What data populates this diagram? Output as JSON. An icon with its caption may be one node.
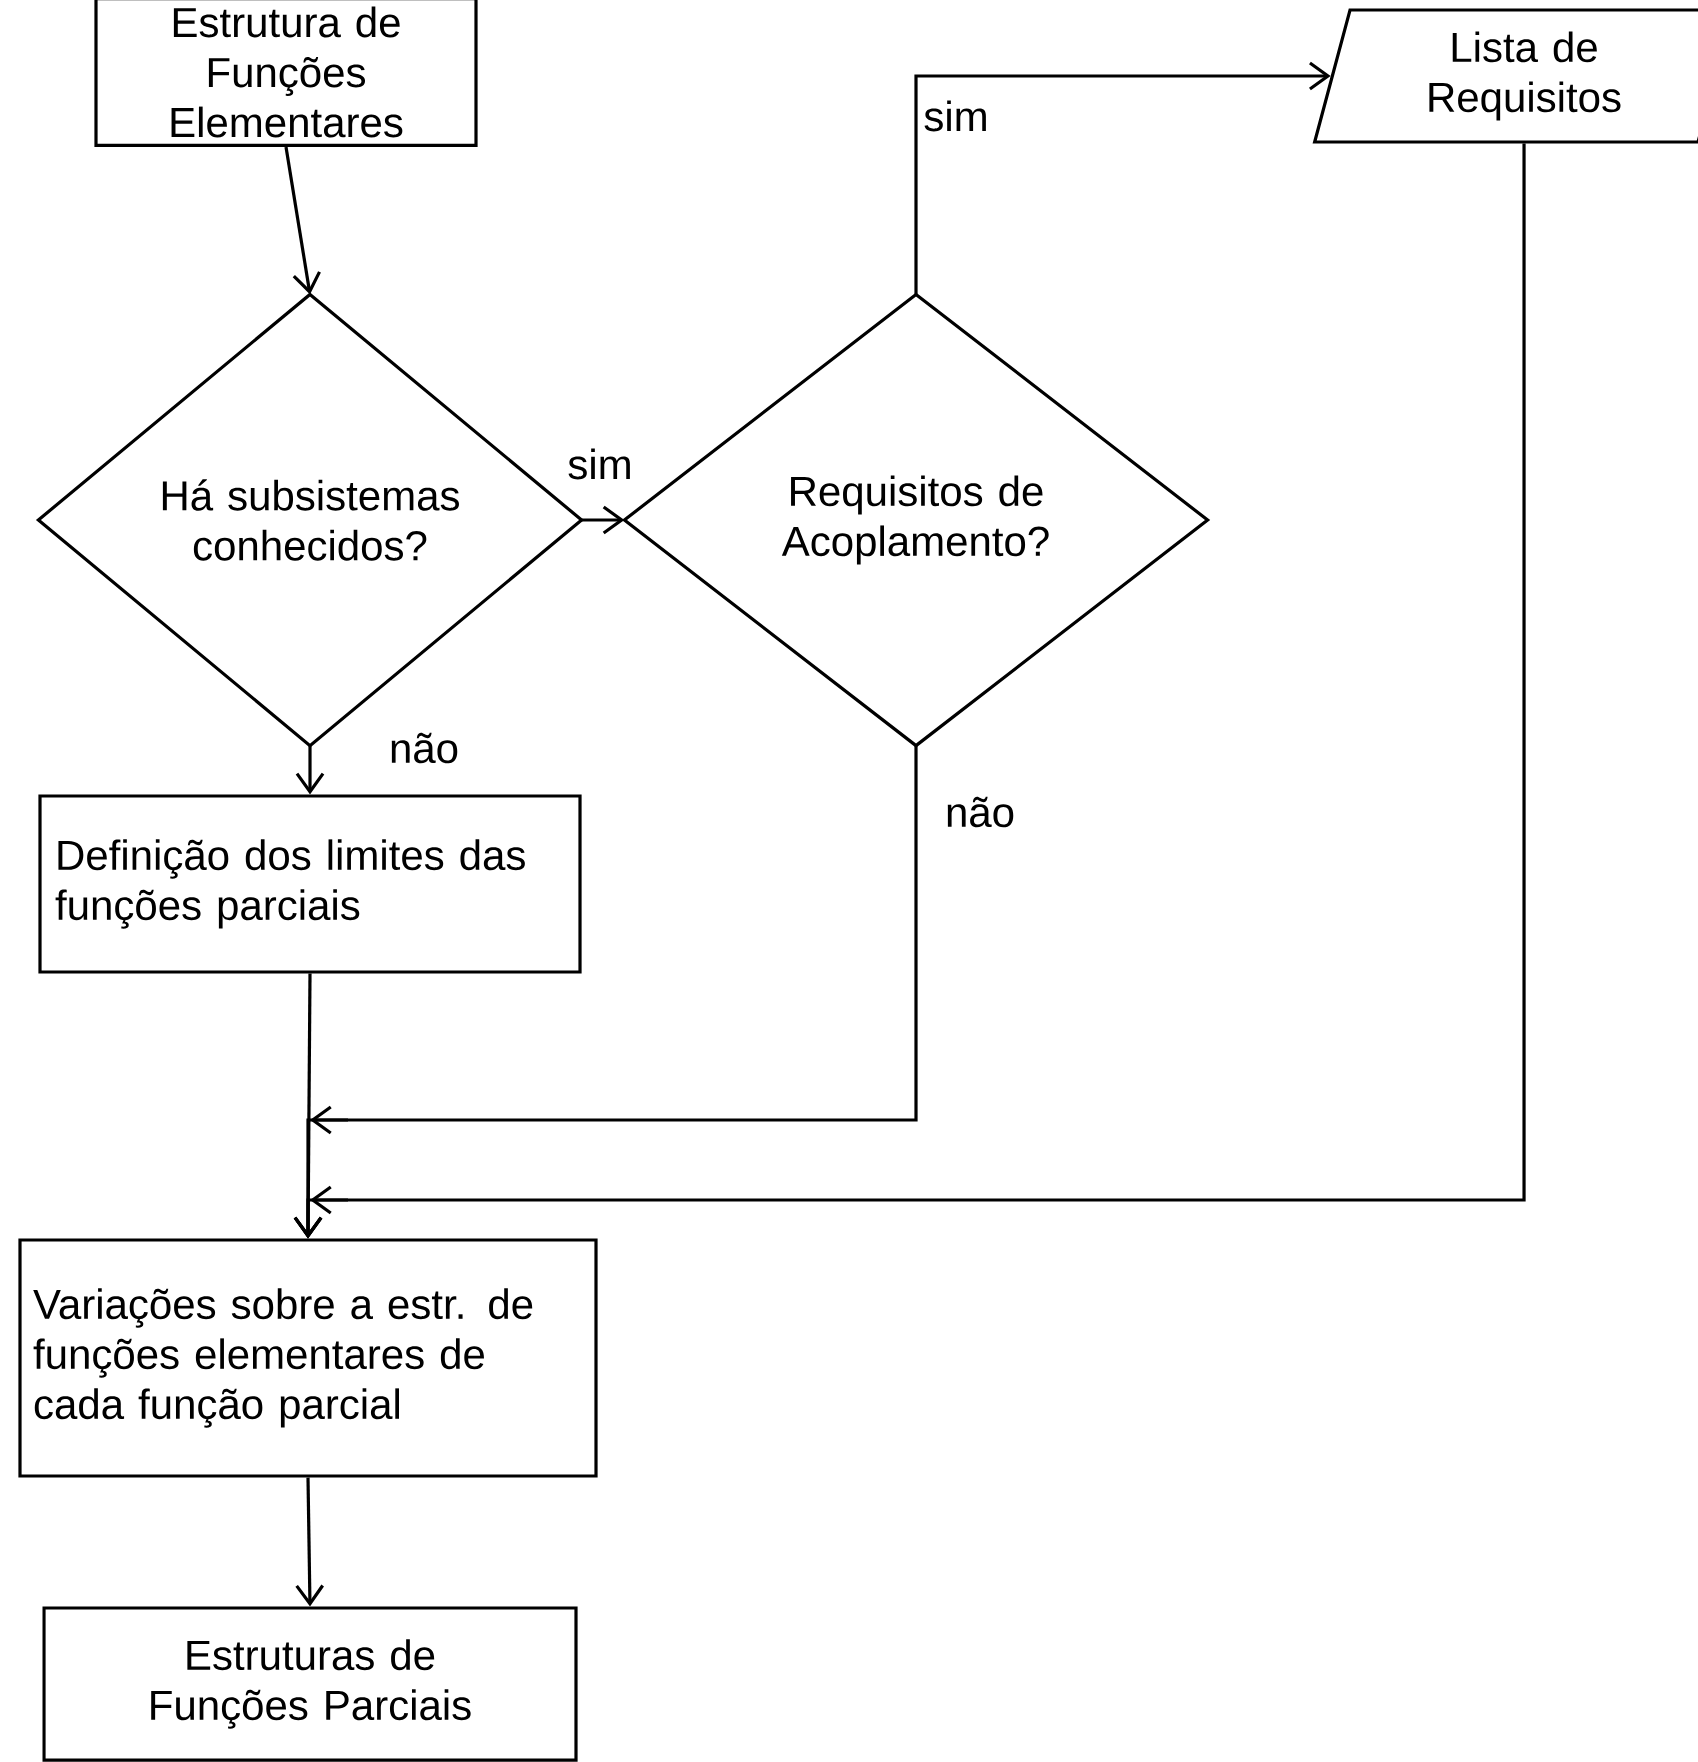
{
  "diagram": {
    "nodes": [
      {
        "text": [
          "Estrutura de Funções Elementares"
        ]
      },
      {
        "text": [
          "Há subsistemas conhecidos?"
        ]
      },
      {
        "text": [
          "Requisitos de Acoplamento?"
        ]
      },
      {
        "text": [
          "Lista de Requisitos"
        ]
      },
      {
        "text": [
          "Definição dos limites das funções parciais"
        ]
      },
      {
        "text": [
          "Variações sobre a estr. de funções elementares de cada função parcial"
        ]
      },
      {
        "text": [
          "Estruturas de Funções Parciais"
        ]
      }
    ],
    "edges": [
      {
        "from": 0,
        "to": 1,
        "arrow": "to"
      },
      {
        "from": 1,
        "to": 2,
        "arrow": "to",
        "label": "sim"
      },
      {
        "from": 2,
        "to": 3,
        "arrow": "to",
        "label": "sim"
      },
      {
        "from": 1,
        "to": 4,
        "arrow": "to",
        "label": "não"
      },
      {
        "from": 2,
        "to": 5,
        "arrow": "to",
        "label": "não"
      },
      {
        "from": 3,
        "to": 5,
        "arrow": "to"
      },
      {
        "from": 4,
        "to": 5,
        "arrow": "to"
      },
      {
        "from": 5,
        "to": 6,
        "arrow": "to"
      }
    ]
  }
}
